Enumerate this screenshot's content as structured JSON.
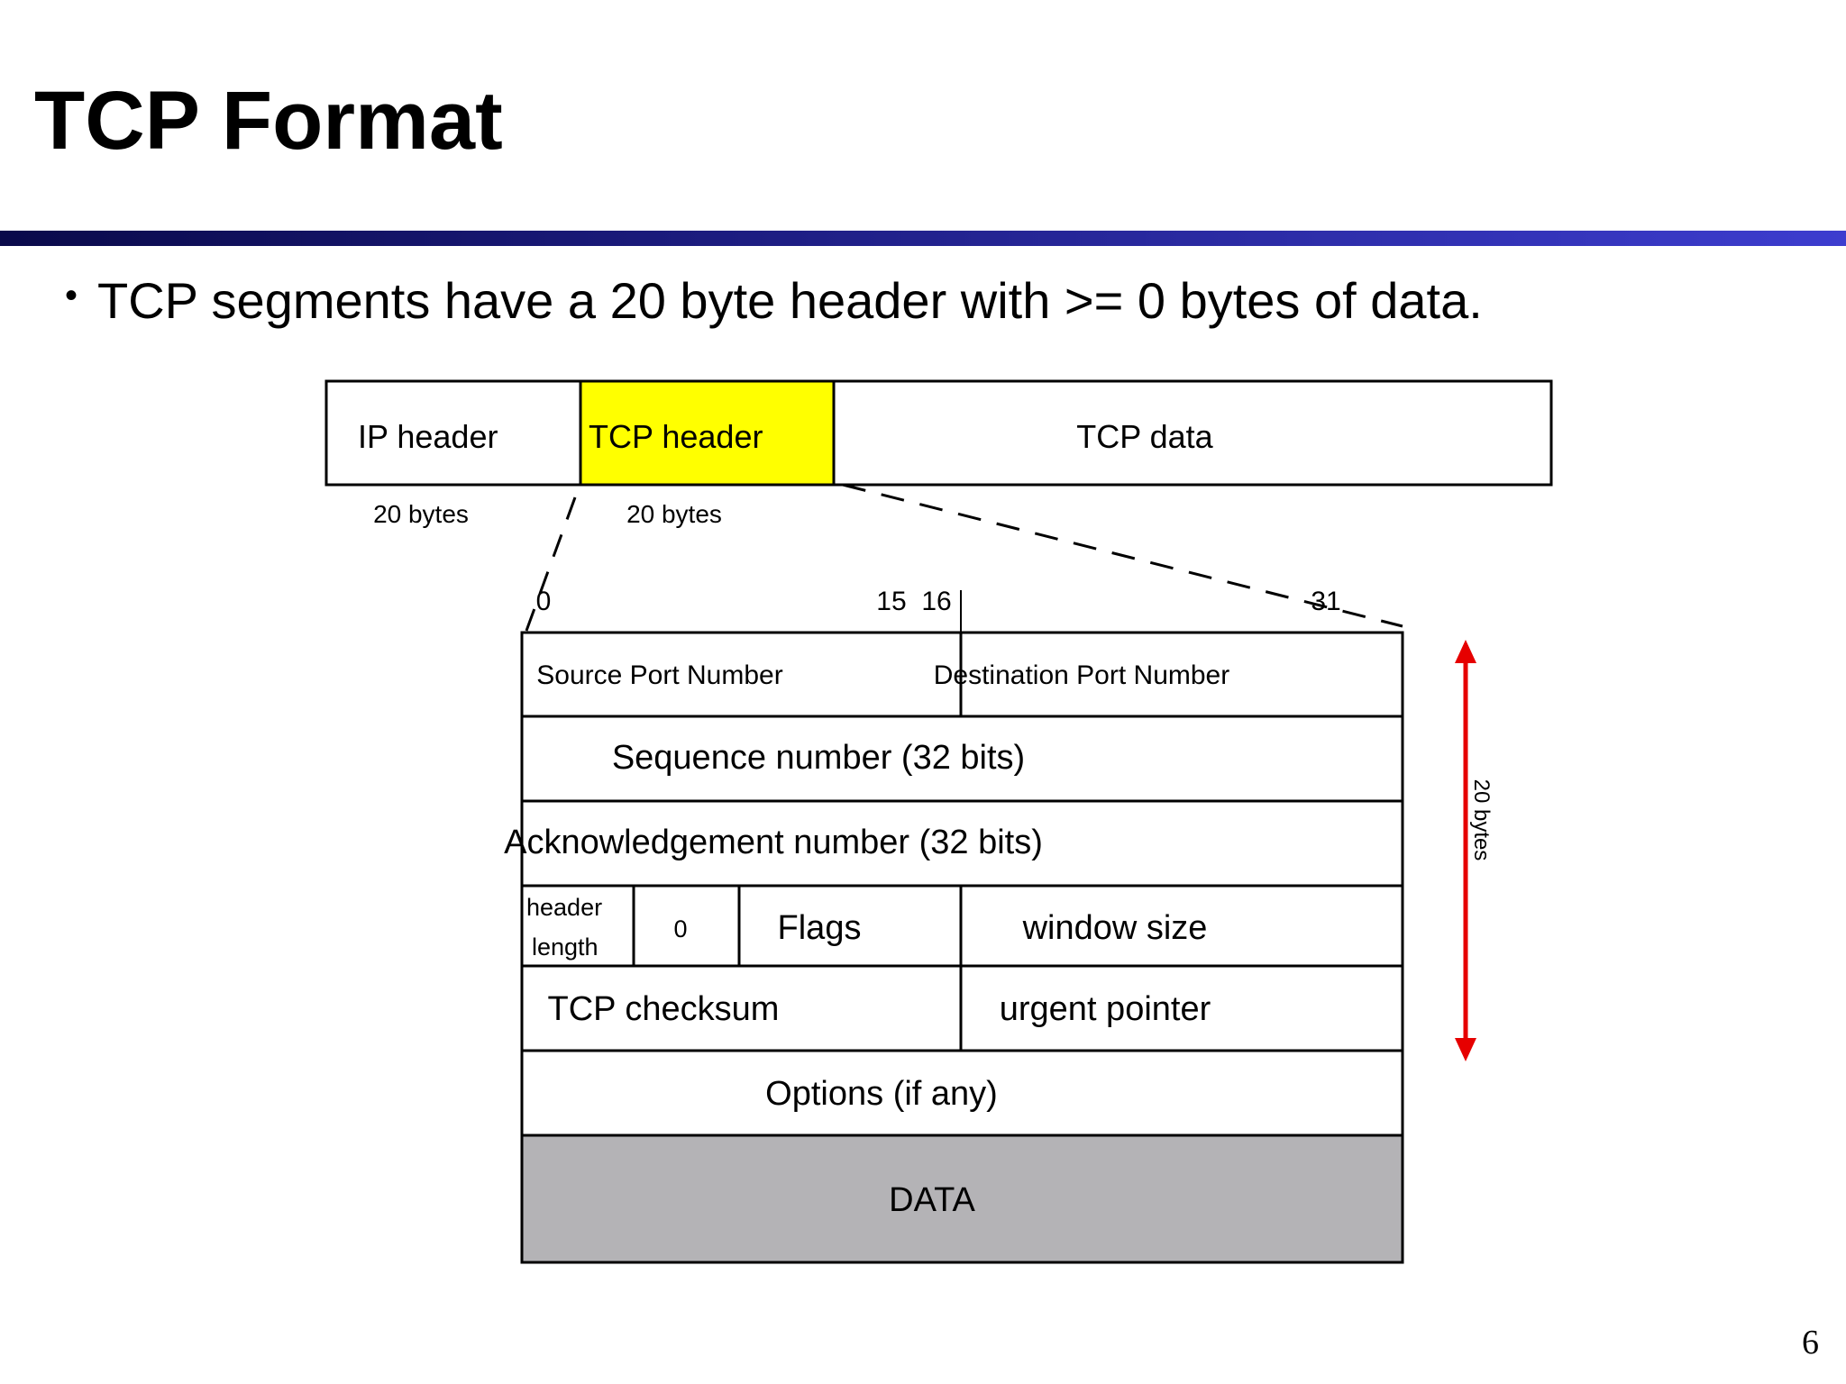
{
  "title": "TCP Format",
  "bullet": {
    "symbol": "•",
    "text": "TCP segments have a 20 byte header with >= 0 bytes of data."
  },
  "packet": {
    "ip_header": "IP header",
    "tcp_header": "TCP header",
    "tcp_data": "TCP data",
    "ip_size": "20 bytes",
    "tcp_size": "20 bytes",
    "highlight_color": "#ffff00"
  },
  "bit_positions": {
    "start": "0",
    "mid": "15  16",
    "end": "31"
  },
  "fields": {
    "source_port": "Source Port Number",
    "destination_port": "Destination Port Number",
    "sequence": "Sequence number (32 bits)",
    "acknowledgement": "Acknowledgement number (32 bits)",
    "header_length_line1": "header",
    "header_length_line2": "length",
    "reserved": "0",
    "flags": "Flags",
    "window_size": "window size",
    "checksum": "TCP checksum",
    "urgent_pointer": "urgent pointer",
    "options": "Options (if any)",
    "data": "DATA",
    "data_fill_color": "#b4b3b6"
  },
  "header_size_label": "20 bytes",
  "arrow_color": "#e60000",
  "title_bar_color": "#1a1a7a",
  "page_number": "6"
}
